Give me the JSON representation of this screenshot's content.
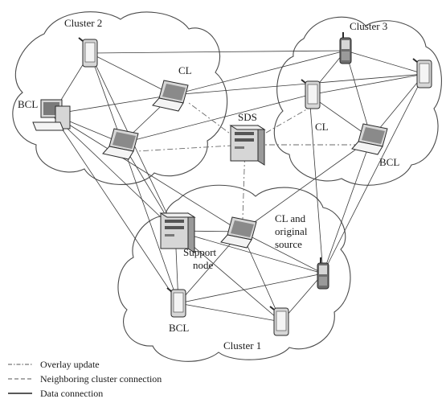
{
  "clusters": {
    "cluster_1": "Cluster 1",
    "cluster_2": "Cluster 2",
    "cluster_3": "Cluster 3"
  },
  "labels": {
    "sds": "SDS",
    "cl_cluster2": "CL",
    "bcl_cluster2": "BCL",
    "cl_cluster3": "CL",
    "bcl_cluster3": "BCL",
    "cl_original_line1": "CL and",
    "cl_original_line2": "original",
    "cl_original_line3": "source",
    "support_line1": "Support",
    "support_line2": "node",
    "bcl_cluster1": "BCL"
  },
  "legend": {
    "overlay_update": "Overlay update",
    "neighboring": "Neighboring cluster connection",
    "data_connection": "Data connection"
  }
}
